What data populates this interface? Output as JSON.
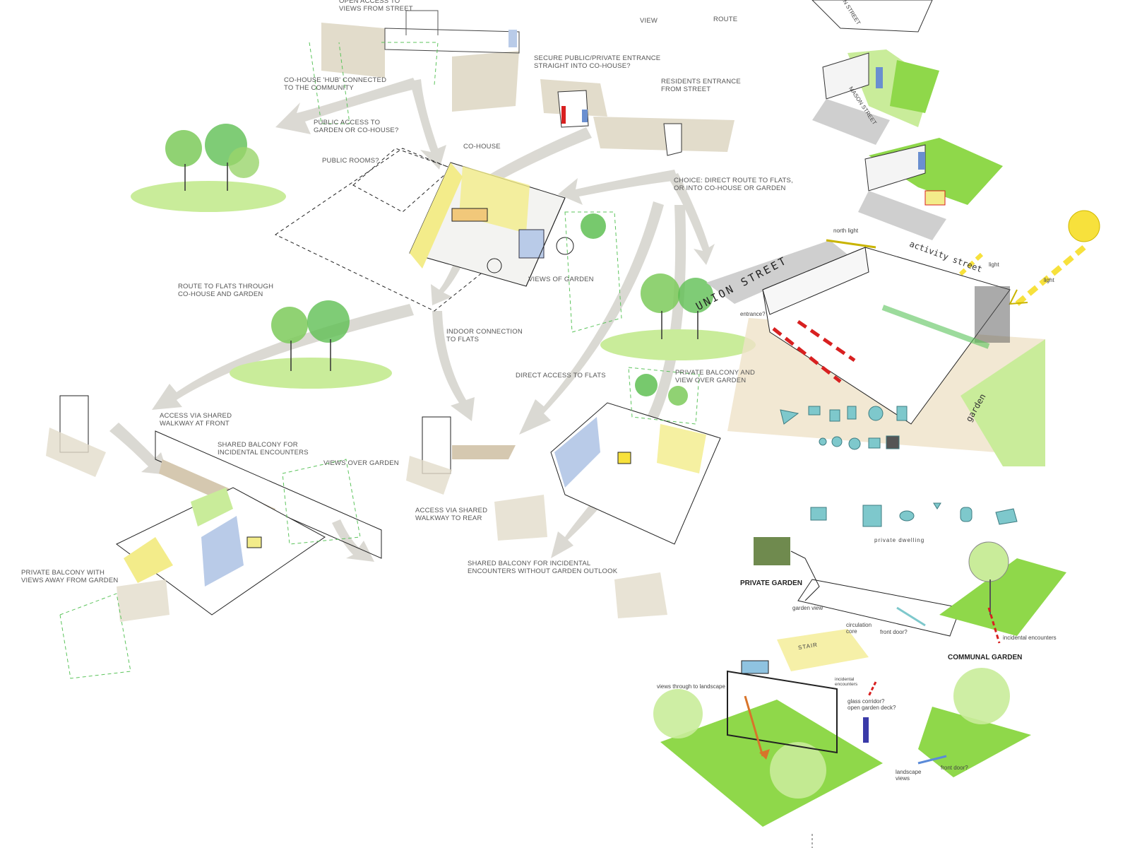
{
  "labels": {
    "views_from_street": "OPEN ACCESS TO\nVIEWS FROM STREET",
    "view": "VIEW",
    "route": "ROUTE",
    "co_house_hub": "CO-HOUSE 'HUB' CONNECTED\nTO THE COMMUNITY",
    "secure_entrance": "SECURE PUBLIC/PRIVATE ENTRANCE\nSTRAIGHT INTO CO-HOUSE?",
    "residents_entrance": "RESIDENTS ENTRANCE\nFROM STREET",
    "public_access_garden": "PUBLIC ACCESS TO\nGARDEN OR CO-HOUSE?",
    "co_house": "CO-HOUSE",
    "public_rooms": "PUBLIC ROOMS?",
    "choice_route": "CHOICE: DIRECT ROUTE TO FLATS,\nOR INTO CO-HOUSE OR GARDEN",
    "route_to_flats": "ROUTE TO FLATS THROUGH\nCO-HOUSE AND GARDEN",
    "views_of_garden": "VIEWS OF GARDEN",
    "indoor_connection": "INDOOR CONNECTION\nTO FLATS",
    "direct_access": "DIRECT ACCESS TO FLATS",
    "private_balcony_view": "PRIVATE BALCONY AND\nVIEW OVER GARDEN",
    "access_shared_front": "ACCESS VIA SHARED\nWALKWAY AT FRONT",
    "shared_balcony_incidental": "SHARED BALCONY FOR\nINCIDENTAL ENCOUNTERS",
    "views_over_garden": "VIEWS OVER GARDEN",
    "access_shared_rear": "ACCESS VIA SHARED\nWALKWAY TO REAR",
    "private_balcony_away": "PRIVATE BALCONY WITH\nVIEWS AWAY FROM GARDEN",
    "shared_balcony_no_outlook": "SHARED BALCONY FOR INCIDENTAL\nENCOUNTERS WITHOUT GARDEN OUTLOOK"
  },
  "activity": {
    "north_light": "north light",
    "activity_street": "activity street",
    "light_1": "light",
    "light_2": "light",
    "union_street": "UNION STREET",
    "entrance": "entrance?",
    "garden": "garden"
  },
  "dwelling": {
    "private_dwelling": "private dwelling",
    "private_garden": "PRIVATE GARDEN",
    "garden_view": "garden view",
    "front_door": "front door?",
    "incidental_encounters": "incidental encounters",
    "communal_garden": "COMMUNAL GARDEN"
  },
  "core": {
    "stair": "STAIR",
    "circulation_core": "circulation\ncore",
    "views_through": "views through to landscape",
    "incidental_encounters": "incidental\nencounters",
    "glass_corridor": "glass corridor?\nopen garden deck?",
    "landscape_views": "landscape\nviews",
    "front_door": "front door?"
  },
  "street_names": {
    "mason_1": "MASON STREET",
    "mason_2": "MASON STREET"
  },
  "colors": {
    "grey_arrow": "#d8d6d0",
    "tan_wall": "#e2dccb",
    "grass": "#8fd84a",
    "light_grass": "#c9ec9a",
    "yellow": "#f3ec8a",
    "blue": "#b9cbe8",
    "teal_icon": "#7ec8cc",
    "sun": "#f7e13c",
    "red": "#d82020",
    "green_dash": "#5cc45c"
  }
}
